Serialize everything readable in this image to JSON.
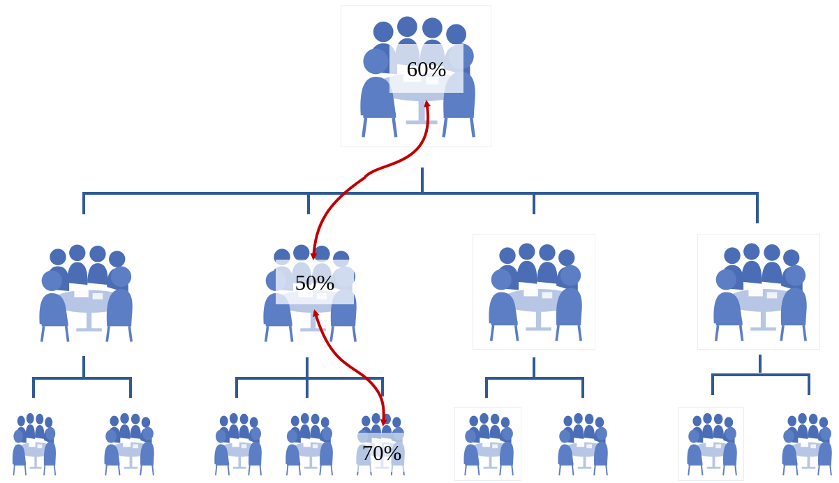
{
  "colors": {
    "connector": "#2e5a96",
    "arrow": "#c00000",
    "figure": "#5b7ec4",
    "figure_shade": "#4a6db5",
    "table": "#b6c6e4"
  },
  "icon": "team-meeting-icon",
  "labels": {
    "top": "60%",
    "middle": "50%",
    "bottom": "70%"
  }
}
